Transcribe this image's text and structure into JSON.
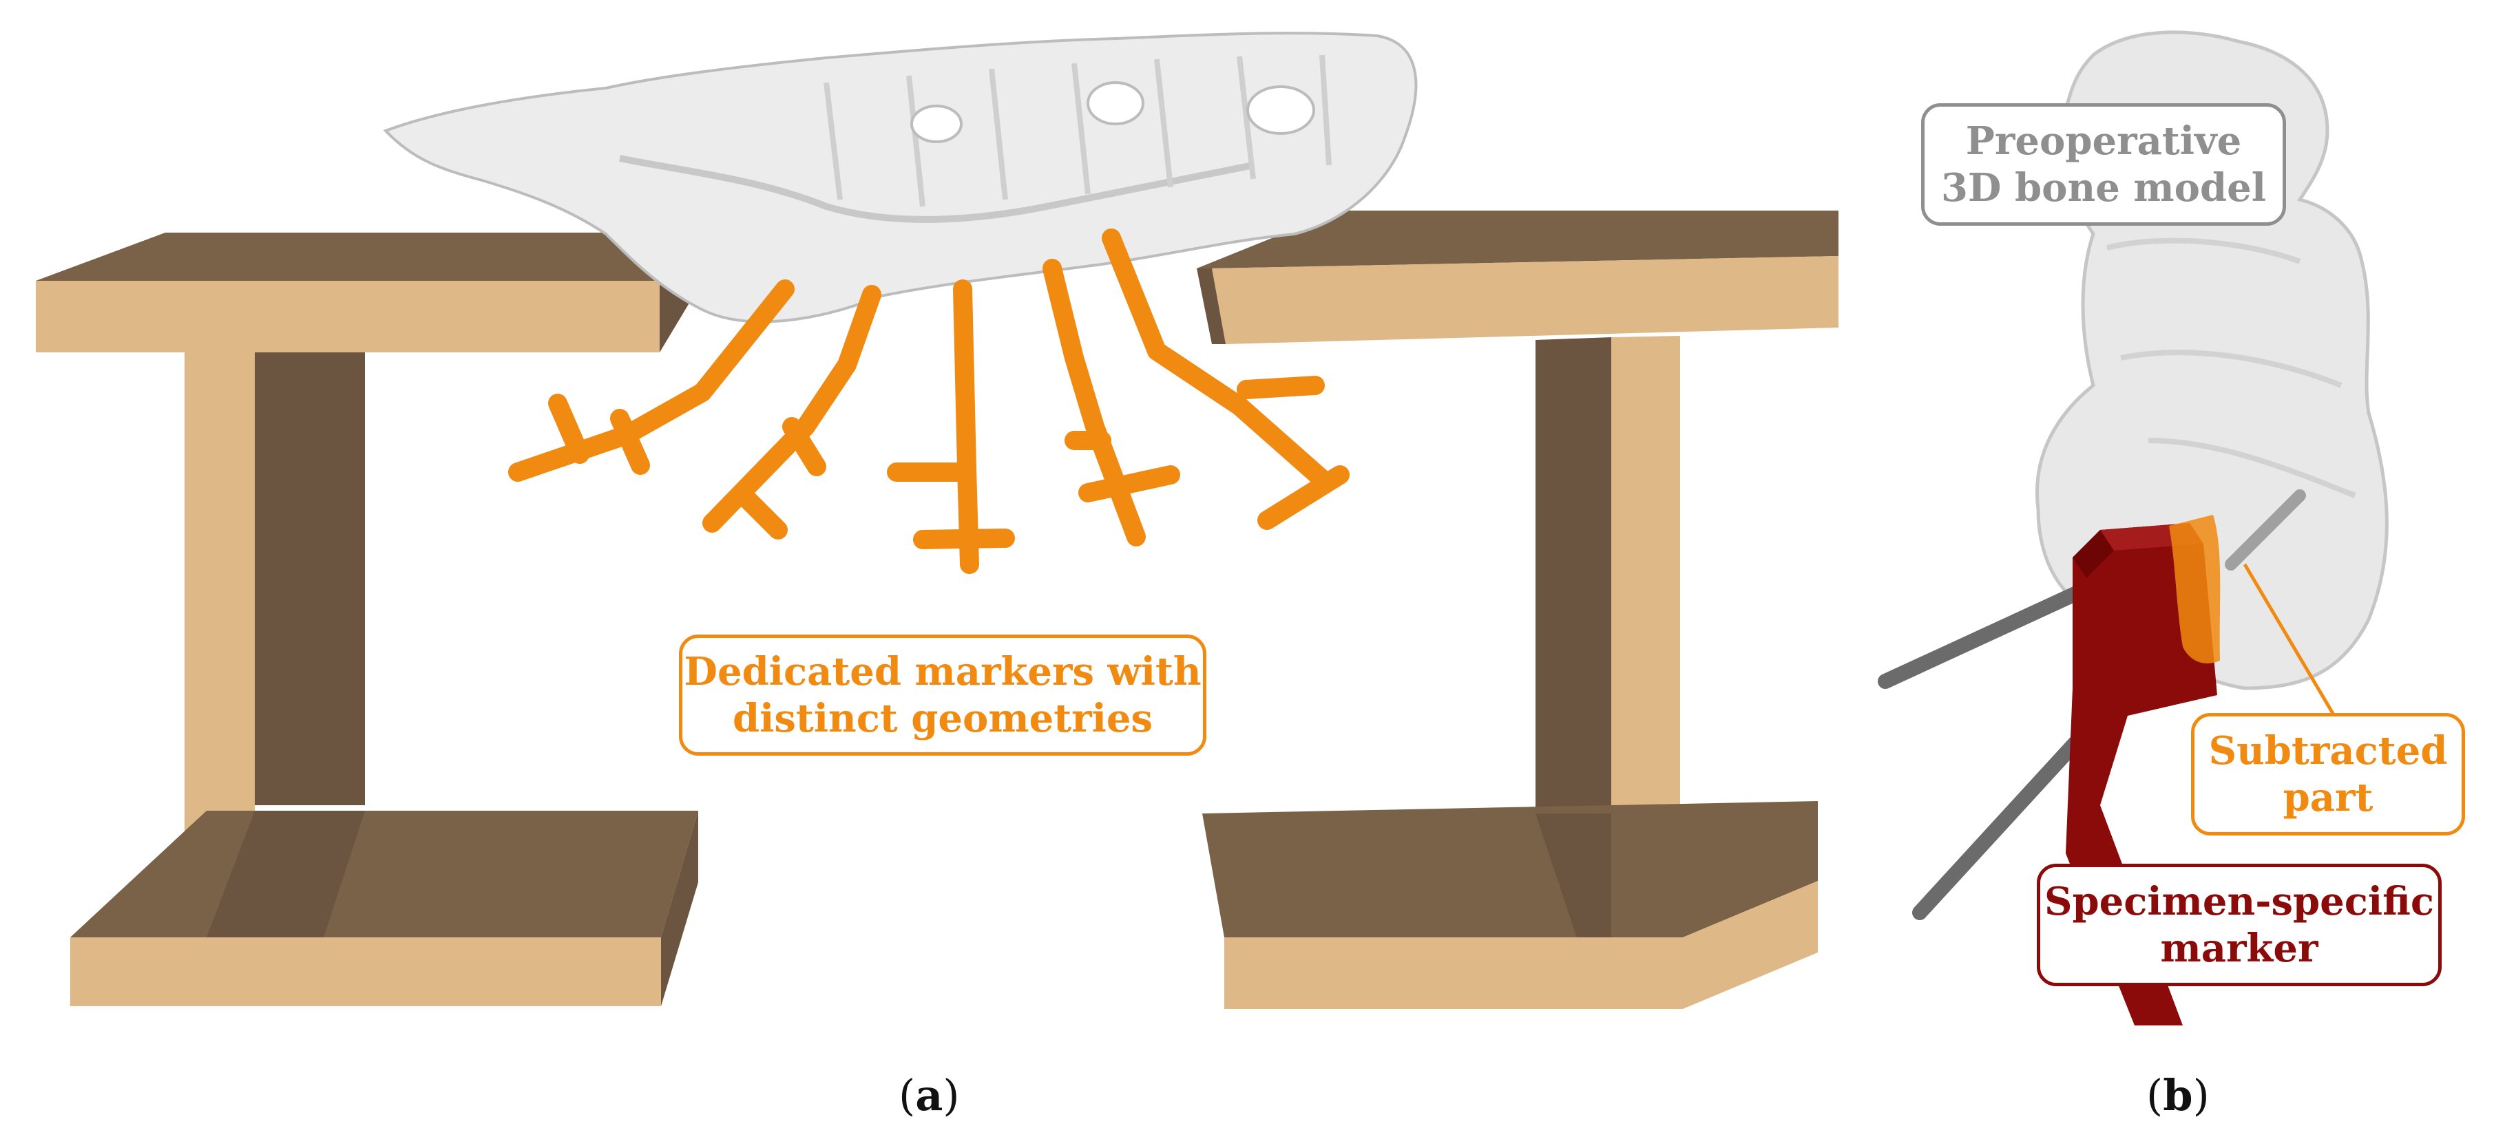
{
  "panel_a": {
    "callout": {
      "line1": "Dedicated markers with",
      "line2": "distinct geometries"
    },
    "caption": {
      "open": "(",
      "letter": "a",
      "close": ")"
    }
  },
  "panel_b": {
    "callout_bone": {
      "line1": "Preoperative",
      "line2": "3D bone model"
    },
    "callout_subtracted": {
      "line1": "Subtracted",
      "line2": "part"
    },
    "callout_specimen": {
      "line1": "Specimen-specific",
      "line2": "marker"
    },
    "caption": {
      "open": "(",
      "letter": "b",
      "close": ")"
    }
  },
  "colors": {
    "marker_orange": "#F08A11",
    "specimen_red": "#8B0A0A",
    "bone_gray": "#e6e6e6",
    "frame_light": "#DEB887",
    "frame_dark": "#7A6248",
    "pin_gray": "#6b6b6b"
  }
}
